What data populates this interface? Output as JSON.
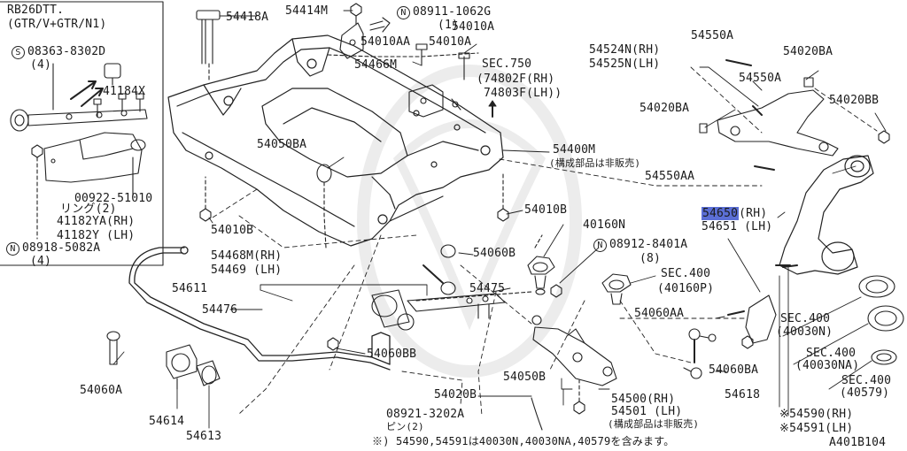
{
  "inset": {
    "model": "RB26DTT.",
    "variant": "(GTR/V+GTR/N1)",
    "bolt_a": "08363-8302D",
    "bolt_a_qty": "(4)",
    "bracket": "41184X",
    "clip": "00922-51010",
    "clip_note": "リング(2)",
    "guard_rh": "41182YA(RH)",
    "guard_lh": "41182Y  (LH)",
    "nut": "08918-5082A",
    "nut_qty": "(4)"
  },
  "parts": {
    "p54418a": "54418A",
    "p54414m": "54414M",
    "p08911": "08911-1062G",
    "p08911_qty": "(1)",
    "p54010aa": "54010AA",
    "p54010a_1": "54010A",
    "p54010a_2": "54010A",
    "p54466m": "54466M",
    "sec750": "SEC.750",
    "p74802f": "(74802F(RH)",
    "p74803f": "74803F(LH))",
    "p54524n": "54524N(RH)",
    "p54525n": "54525N(LH)",
    "p54550a_1": "54550A",
    "p54550a_2": "54550A",
    "p54020ba_1": "54020BA",
    "p54020ba_2": "54020BA",
    "p54020bb": "54020BB",
    "p54550aa": "54550AA",
    "p54050ba": "54050BA",
    "p54400m": "54400M",
    "p54400m_note": "(構成部品は非販売)",
    "p54010b_1": "54010B",
    "p54010b_2": "54010B",
    "p54650": "54650",
    "p54650_side": "(RH)",
    "p54651": "54651 (LH)",
    "p40160n": "40160N",
    "p08912": "08912-8401A",
    "p08912_qty": "(8)",
    "p54060b": "54060B",
    "p54468m": "54468M(RH)",
    "p54469": "54469 (LH)",
    "p54611": "54611",
    "p54476": "54476",
    "p54475": "54475",
    "sec400_a": "SEC.400",
    "p40160p": "(40160P)",
    "p54060aa": "54060AA",
    "sec400_b": "SEC.400",
    "p40030n": "(40030N)",
    "sec400_c": "SEC.400",
    "p40030na": "(40030NA)",
    "sec400_d": "SEC.400",
    "p40579": "(40579)",
    "p54060a": "54060A",
    "p54060bb": "54060BB",
    "p54060ba": "54060BA",
    "p54618": "54618",
    "p54050b": "54050B",
    "p54020b": "54020B",
    "p54500": "54500(RH)",
    "p54501": "54501 (LH)",
    "p54500_note": "(構成部品は非販売)",
    "p54614": "54614",
    "p54613": "54613",
    "p08921": "08921-3202A",
    "p08921_note": "ピン(2)",
    "p54590": "※54590(RH)",
    "p54591": "※54591(LH)"
  },
  "footnote": "※) 54590,54591は40030N,40030NA,40579を含みます。",
  "diagram_id": "A401B104",
  "colors": {
    "highlight": "#5b6fd6",
    "ink": "#1a1a1a"
  }
}
